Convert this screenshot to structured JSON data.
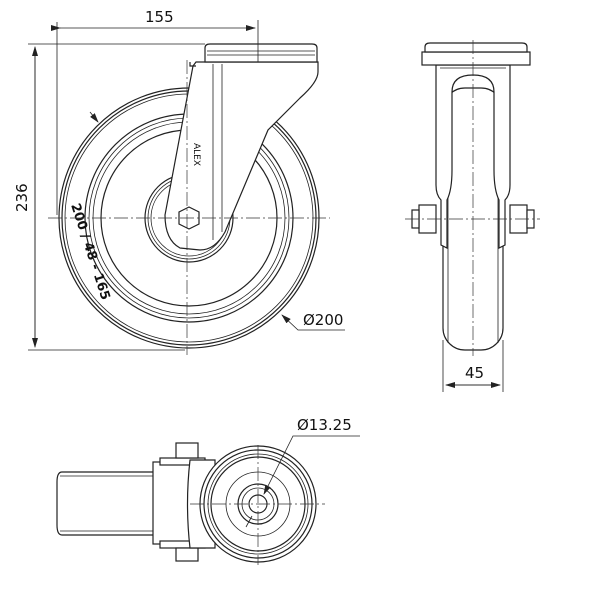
{
  "drawing": {
    "dimensions": {
      "swivel_offset": "155",
      "overall_height": "236",
      "wheel_diameter": "Ø200",
      "wheel_width": "45",
      "bolt_hole_diameter": "Ø13.25"
    },
    "tyre_marking": "200 / 48 - 165",
    "logo_text": "ALEX"
  }
}
